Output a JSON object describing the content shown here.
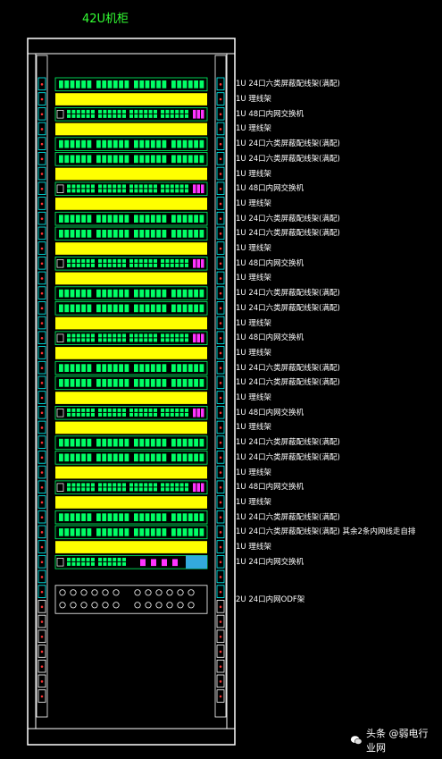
{
  "title": "42U机柜",
  "device_labels": [
    "1U 24口六类屏蔽配线架(满配)",
    "1U 理线架",
    "1U 48口内网交换机",
    "1U 理线架",
    "1U 24口六类屏蔽配线架(满配)",
    "1U 24口六类屏蔽配线架(满配)",
    "1U 理线架",
    "1U 48口内网交换机",
    "1U 理线架",
    "1U 24口六类屏蔽配线架(满配)",
    "1U 24口六类屏蔽配线架(满配)",
    "1U 理线架",
    "1U 48口内网交换机",
    "1U 理线架",
    "1U 24口六类屏蔽配线架(满配)",
    "1U 24口六类屏蔽配线架(满配)",
    "1U 理线架",
    "1U 48口内网交换机",
    "1U 理线架",
    "1U 24口六类屏蔽配线架(满配)",
    "1U 24口六类屏蔽配线架(满配)",
    "1U 理线架",
    "1U 48口内网交换机",
    "1U 理线架",
    "1U 24口六类屏蔽配线架(满配)",
    "1U 24口六类屏蔽配线架(满配)",
    "1U 理线架",
    "1U 48口内网交换机",
    "1U 理线架",
    "1U 24口六类屏蔽配线架(满配)",
    "1U 24口六类屏蔽配线架(满配) 其余2条内网线走自排",
    "1U 理线架",
    "1U 24口内网交换机",
    "",
    "2U 24口内网ODF架"
  ],
  "watermark": "头条 @弱电行业网",
  "colors": {
    "frame": "#ffffff",
    "rail": "#00ffff",
    "panel": "#00ff66",
    "manager": "#ffff00",
    "switch_port": "#ff33ff",
    "blue_block": "#33aadd"
  }
}
